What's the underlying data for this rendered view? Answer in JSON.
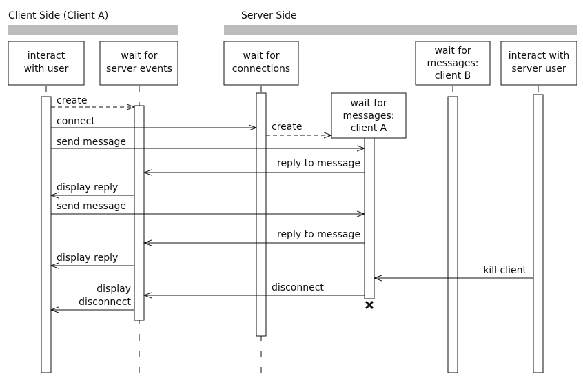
{
  "headers": {
    "client": "Client Side (Client A)",
    "server": "Server Side"
  },
  "participants": {
    "interact_user": [
      "interact",
      "with user"
    ],
    "wait_server_events": [
      "wait for",
      "server events"
    ],
    "wait_connections": [
      "wait for",
      "connections"
    ],
    "wait_client_a": [
      "wait for",
      "messages:",
      "client A"
    ],
    "wait_client_b": [
      "wait for",
      "messages:",
      "client B"
    ],
    "interact_server_user": [
      "interact with",
      "server user"
    ]
  },
  "messages": {
    "create_1": "create",
    "connect": "connect",
    "create_2": "create",
    "send_message_1": "send message",
    "reply_1": "reply to message",
    "display_reply_1": "display reply",
    "send_message_2": "send message",
    "reply_2": "reply to message",
    "display_reply_2": "display reply",
    "kill_client": "kill client",
    "disconnect": "disconnect",
    "display_disconnect": [
      "display",
      "disconnect"
    ]
  },
  "colors": {
    "header_bar": "#bdbdbd",
    "line": "#111111"
  },
  "icons": {
    "destroy": "x-mark-icon"
  }
}
